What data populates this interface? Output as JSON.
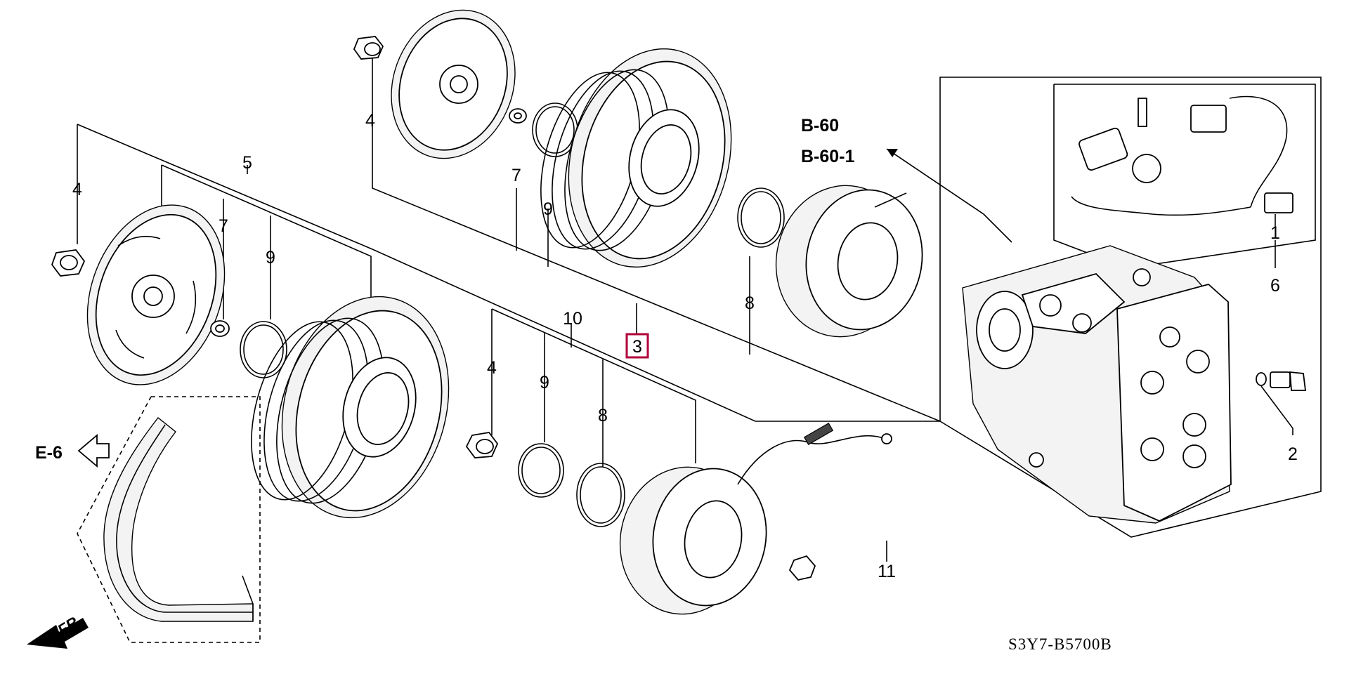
{
  "diagram_code": "S3Y7-B5700B",
  "references": {
    "b60": "B-60",
    "b60_1": "B-60-1",
    "e6": "E-6",
    "front": "FR."
  },
  "callouts": {
    "highlighted": "3",
    "items": [
      {
        "id": "4",
        "label": "4"
      },
      {
        "id": "4",
        "label": "4"
      },
      {
        "id": "5",
        "label": "5"
      },
      {
        "id": "7",
        "label": "7"
      },
      {
        "id": "9",
        "label": "9"
      },
      {
        "id": "7",
        "label": "7"
      },
      {
        "id": "9",
        "label": "9"
      },
      {
        "id": "8",
        "label": "8"
      },
      {
        "id": "10",
        "label": "10"
      },
      {
        "id": "4",
        "label": "4"
      },
      {
        "id": "9",
        "label": "9"
      },
      {
        "id": "8",
        "label": "8"
      },
      {
        "id": "11",
        "label": "11"
      },
      {
        "id": "1",
        "label": "1"
      },
      {
        "id": "6",
        "label": "6"
      },
      {
        "id": "2",
        "label": "2"
      }
    ]
  }
}
